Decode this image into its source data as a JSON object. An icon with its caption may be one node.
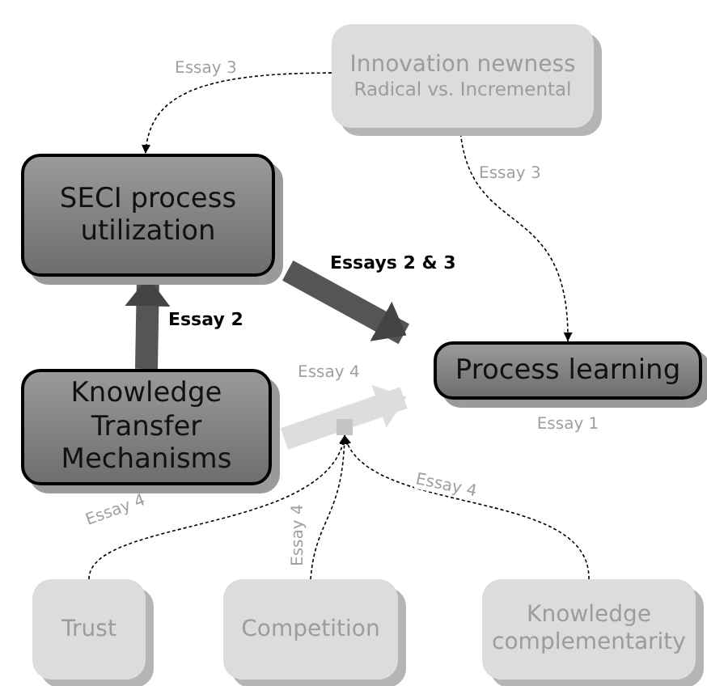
{
  "diagram": {
    "nodes": [
      {
        "text": [
          "Innovation newness",
          "Radical vs. Incremental"
        ]
      },
      {
        "text": [
          "SECI process utilization"
        ]
      },
      {
        "text": [
          "Process learning"
        ],
        "beside": [
          "Essay 1"
        ]
      },
      {
        "text": [
          "Knowledge Transfer Mechanisms"
        ]
      },
      {
        "text": [],
        "shape": "box"
      },
      {
        "text": [
          "Trust"
        ]
      },
      {
        "text": [
          "Competition"
        ]
      },
      {
        "text": [
          "Knowledge complementarity"
        ]
      }
    ],
    "edges": [
      {
        "from": 0,
        "to": 1,
        "arrow": "to",
        "label": "Essay 3",
        "style": "dashed"
      },
      {
        "from": 0,
        "to": 2,
        "arrow": "to",
        "label": "Essay 3",
        "style": "dashed"
      },
      {
        "from": 3,
        "to": 1,
        "arrow": "to",
        "label": "Essay 2",
        "style": "thick"
      },
      {
        "from": 1,
        "to": 2,
        "arrow": "to",
        "label": "Essays 2 & 3",
        "style": "thick"
      },
      {
        "from": 3,
        "to": 2,
        "arrow": "to",
        "label": "Essay 4",
        "style": "thick",
        "color": "#dddddd"
      },
      {
        "from": 5,
        "to": 4,
        "arrow": "to",
        "label": "Essay 4",
        "style": "dashed"
      },
      {
        "from": 6,
        "to": 4,
        "arrow": "to",
        "label": "Essay 4",
        "style": "dashed"
      },
      {
        "from": 7,
        "to": 4,
        "arrow": "to",
        "label": "Essay 4",
        "style": "dashed"
      }
    ]
  }
}
